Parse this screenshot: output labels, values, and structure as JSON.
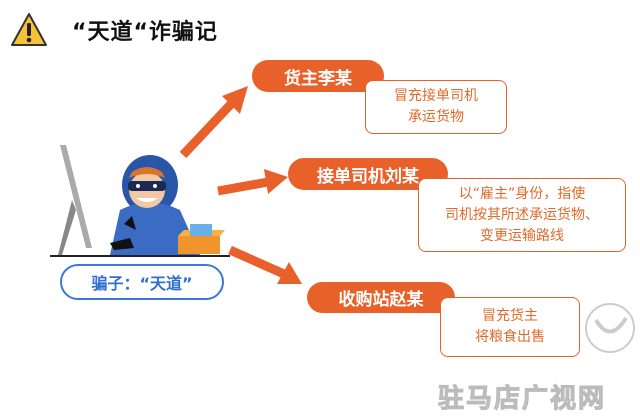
{
  "title": "“天道“诈骗记",
  "scammer_label": "骗子：“天道”",
  "nodes": [
    {
      "name": "货主李某",
      "desc": [
        "冒充接单司机",
        "承运货物"
      ]
    },
    {
      "name": "接单司机刘某",
      "desc": [
        "以“雇主”身份，指使",
        "司机按其所述承运货物、",
        "变更运输路线"
      ]
    },
    {
      "name": "收购站赵某",
      "desc": [
        "冒充货主",
        "将粮食出售"
      ]
    }
  ],
  "watermark": "驻马店广视网",
  "colors": {
    "accent": "#e8612a",
    "label_blue": "#3b78d8",
    "hoodie": "#2a56a8"
  }
}
